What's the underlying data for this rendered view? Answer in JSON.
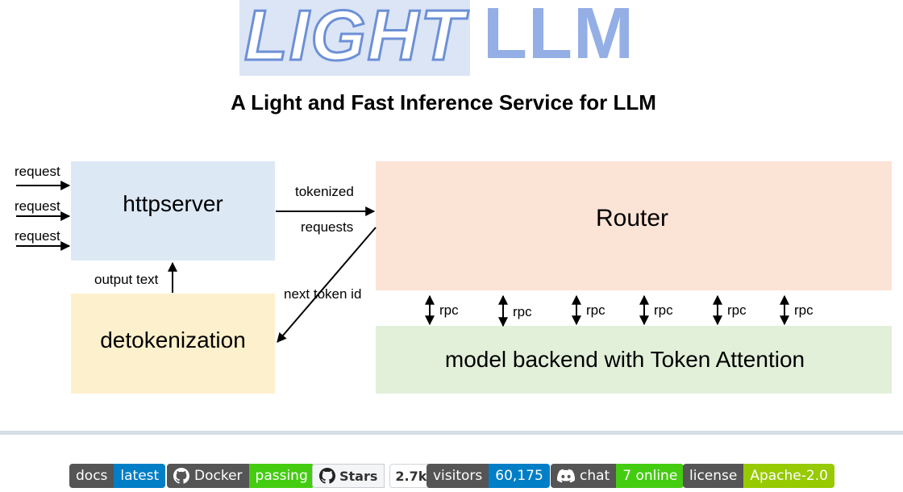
{
  "logo": {
    "part1": "LIGHT",
    "part2": "LLM"
  },
  "subtitle": "A Light and Fast Inference Service for LLM",
  "diagram": {
    "httpserver": "httpserver",
    "detokenization": "detokenization",
    "router": "Router",
    "model_backend": "model backend with Token Attention",
    "request_labels": [
      "request",
      "request",
      "request"
    ],
    "output_text": "output text",
    "tokenized": "tokenized",
    "requests": "requests",
    "next_token_id": "next token id",
    "rpc_labels": [
      "rpc",
      "rpc",
      "rpc",
      "rpc",
      "rpc",
      "rpc"
    ]
  },
  "badges": [
    {
      "label": "docs",
      "value": "latest",
      "color": "#007ec6",
      "icon": ""
    },
    {
      "label": "Docker",
      "value": "passing",
      "color": "#4c1",
      "icon": "github-icon"
    },
    {
      "label": "Stars",
      "value": "2.7k",
      "icon": "github-icon"
    },
    {
      "label": "visitors",
      "value": "60,175",
      "color": "#007ec6",
      "icon": ""
    },
    {
      "label": "chat",
      "value": "7 online",
      "color": "#4c1",
      "icon": "discord-icon"
    },
    {
      "label": "license",
      "value": "Apache-2.0",
      "color": "#97ca00",
      "icon": ""
    }
  ]
}
